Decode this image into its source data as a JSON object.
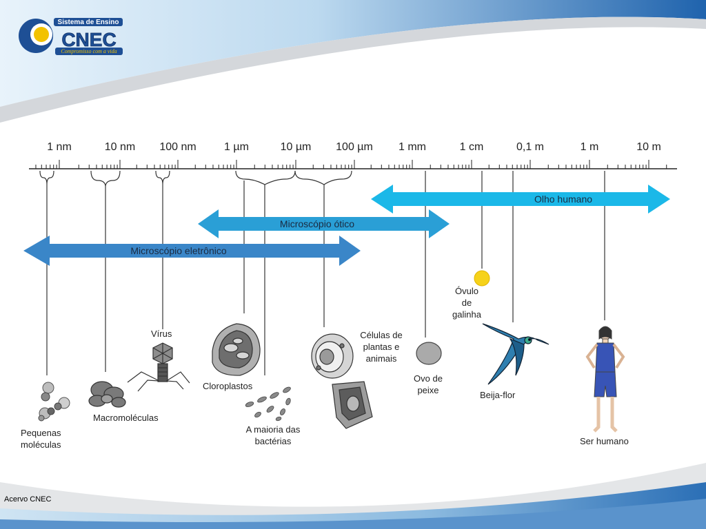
{
  "logo": {
    "top_line": "Sistema de Ensino",
    "brand": "CNEC",
    "tagline": "Compromisso com a vida"
  },
  "scale": {
    "labels": [
      "1 nm",
      "10 nm",
      "100 nm",
      "1 µm",
      "10 µm",
      "100 µm",
      "1 mm",
      "1 cm",
      "0,1 m",
      "1 m",
      "10 m"
    ]
  },
  "ranges": [
    {
      "label": "Olho humano",
      "from": "100 µm",
      "to": "10 m"
    },
    {
      "label": "Microscópio ótico",
      "from": "100 nm",
      "to": "1 mm"
    },
    {
      "label": "Microscópio eletrônico",
      "from": "1 nm",
      "to": "100 µm"
    }
  ],
  "objects": [
    {
      "label": "Pequenas moléculas"
    },
    {
      "label": "Macromoléculas"
    },
    {
      "label": "Vírus"
    },
    {
      "label": "Cloroplastos"
    },
    {
      "label": "A maioria das bactérias"
    },
    {
      "label": "Células de plantas e animais"
    },
    {
      "label": "Ovo de peixe"
    },
    {
      "label": "Óvulo de galinha"
    },
    {
      "label": "Beija-flor"
    },
    {
      "label": "Ser humano"
    }
  ],
  "colors": {
    "olho": "#1bb8e8",
    "otico": "#2a9fd6",
    "eletronico": "#3a86c8",
    "header_blue": "#2b6fb6"
  },
  "footer": {
    "credit": "Acervo CNEC"
  }
}
